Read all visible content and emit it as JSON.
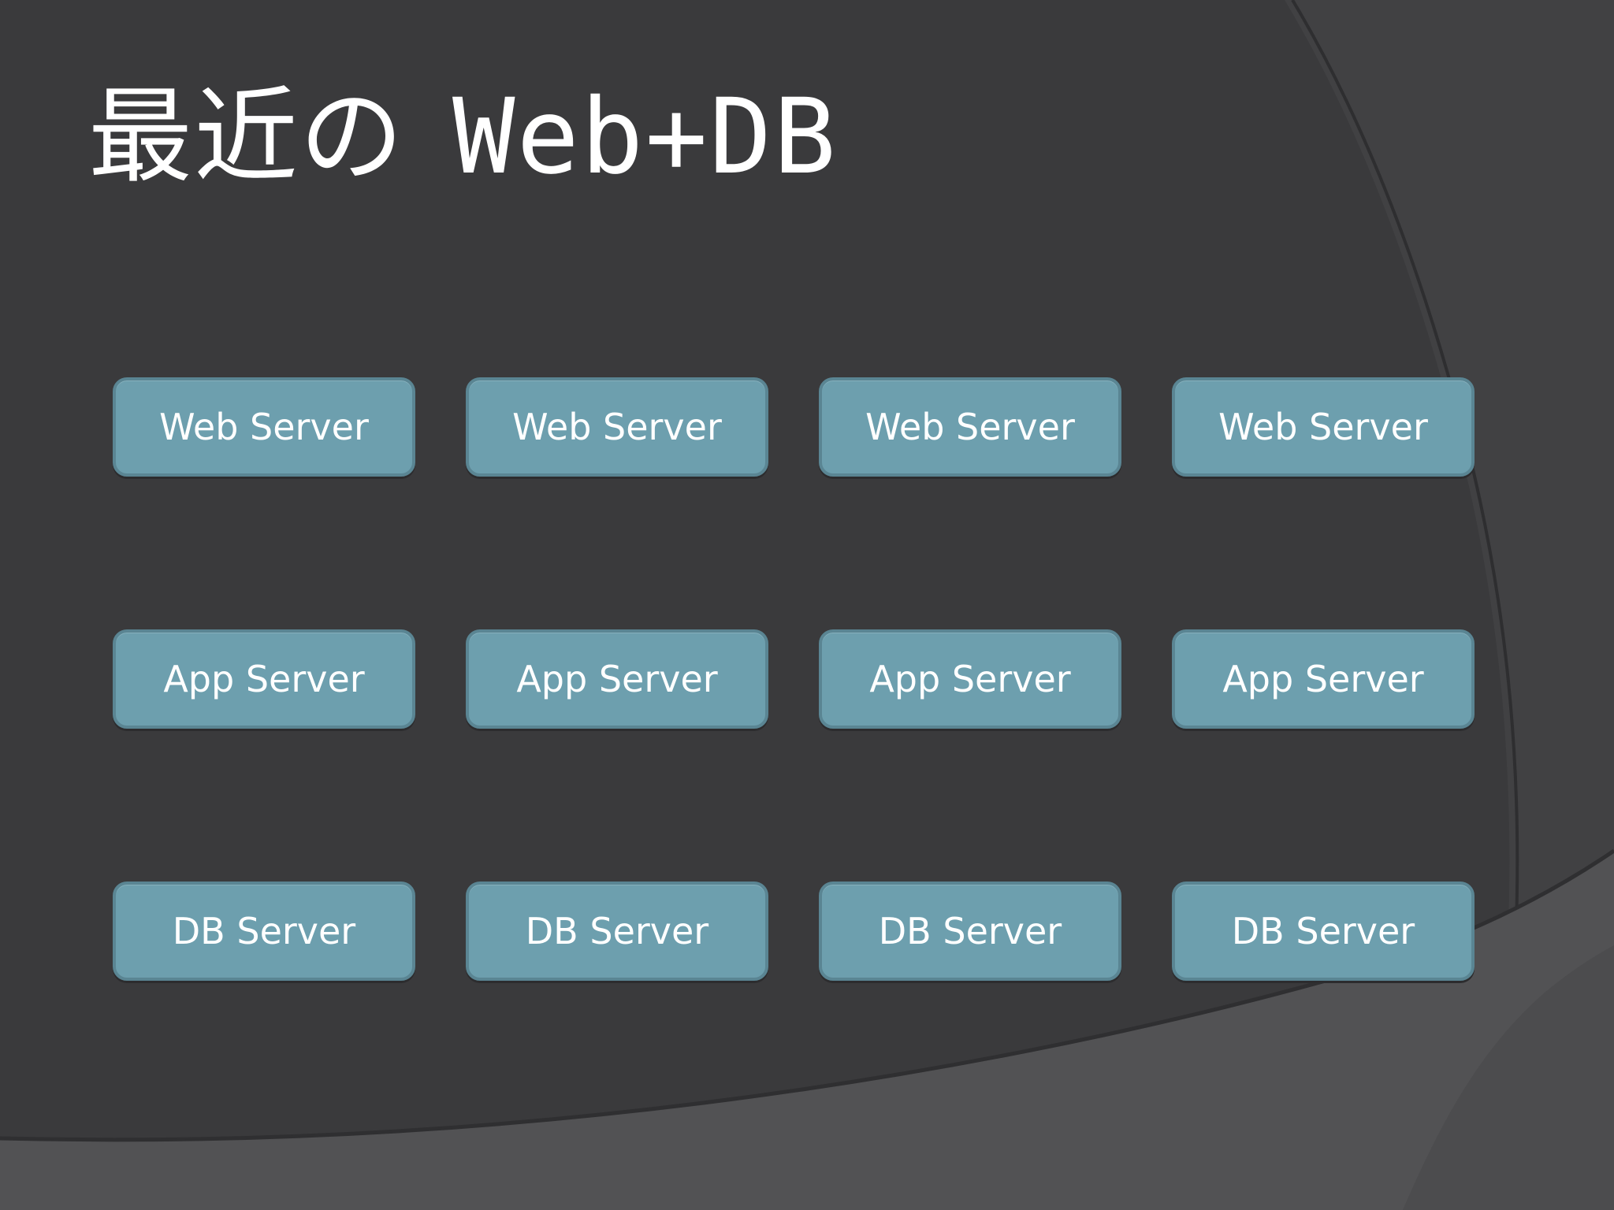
{
  "slide": {
    "title_jp": "最近の",
    "title_en": "Web+DB"
  },
  "rows": {
    "web": [
      "Web Server",
      "Web Server",
      "Web Server",
      "Web Server"
    ],
    "app": [
      "App Server",
      "App Server",
      "App Server",
      "App Server"
    ],
    "db": [
      "DB Server",
      "DB Server",
      "DB Server",
      "DB Server"
    ]
  },
  "colors": {
    "background": "#3a3a3c",
    "box_fill": "#6d9fae",
    "box_border": "#5a8593",
    "text": "#ffffff"
  }
}
